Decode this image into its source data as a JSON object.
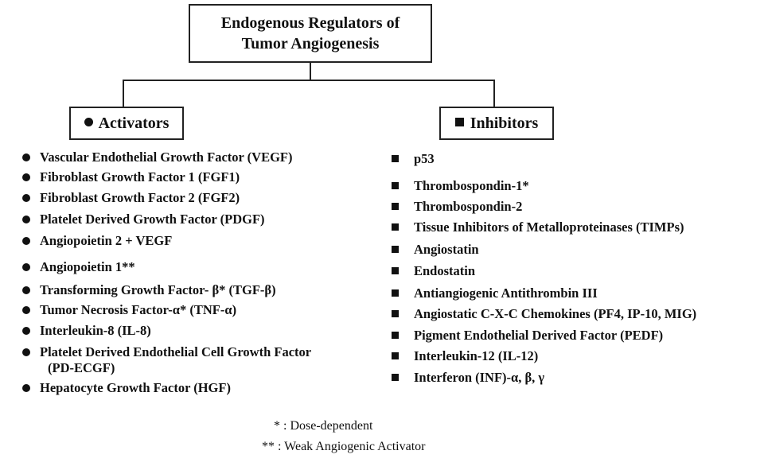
{
  "root": {
    "line1": "Endogenous Regulators of",
    "line2": "Tumor Angiogenesis"
  },
  "activators": {
    "label": "Activators",
    "items": [
      {
        "text": "Vascular Endothelial Growth Factor (VEGF)"
      },
      {
        "text": "Fibroblast Growth Factor 1 (FGF1)"
      },
      {
        "text": "Fibroblast Growth Factor 2 (FGF2)"
      },
      {
        "text": "Platelet Derived Growth Factor (PDGF)"
      },
      {
        "text": "Angiopoietin 2 + VEGF"
      },
      {
        "text": "Angiopoietin 1**"
      },
      {
        "text": "Transforming Growth Factor- β* (TGF-β)"
      },
      {
        "text": "Tumor Necrosis Factor-α* (TNF-α)"
      },
      {
        "text": "Interleukin-8 (IL-8)"
      },
      {
        "text": "Platelet Derived Endothelial Cell Growth Factor",
        "text2": "(PD-ECGF)"
      },
      {
        "text": "Hepatocyte Growth Factor (HGF)"
      }
    ]
  },
  "inhibitors": {
    "label": "Inhibitors",
    "items": [
      {
        "text": "p53"
      },
      {
        "text": "Thrombospondin-1*"
      },
      {
        "text": "Thrombospondin-2"
      },
      {
        "text": "Tissue Inhibitors of Metalloproteinases (TIMPs)"
      },
      {
        "text": "Angiostatin"
      },
      {
        "text": "Endostatin"
      },
      {
        "text": "Antiangiogenic Antithrombin III"
      },
      {
        "text": "Angiostatic C-X-C Chemokines (PF4, IP-10, MIG)"
      },
      {
        "text": "Pigment Endothelial Derived Factor (PEDF)"
      },
      {
        "text": "Interleukin-12 (IL-12)"
      },
      {
        "text": "Interferon (INF)-α, β, γ"
      }
    ]
  },
  "footnotes": {
    "single": "* : Dose-dependent",
    "double": "** : Weak Angiogenic Activator"
  }
}
